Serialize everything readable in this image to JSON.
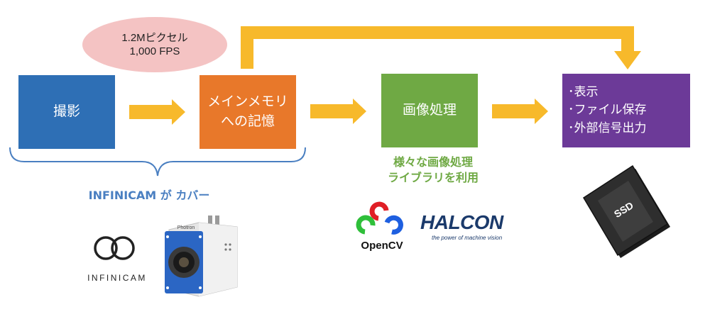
{
  "colors": {
    "capture": "#2e6fb5",
    "memory": "#e8782a",
    "process": "#6fa944",
    "output": "#6c3a98",
    "arrow": "#f7b92b",
    "ellipse": "#f4c3c3",
    "brace": "#4a7fc1",
    "cover_text": "#4a7fc1",
    "lib_text": "#6fa944",
    "halcon": "#1b3a6b"
  },
  "ellipse": {
    "line1": "1.2Mピクセル",
    "line2": "1,000 FPS"
  },
  "nodes": {
    "capture": "撮影",
    "memory_line1": "メインメモリ",
    "memory_line2": "への記憶",
    "process": "画像処理",
    "output_items": [
      "･表示",
      "･ファイル保存",
      "･外部信号出力"
    ]
  },
  "cover_label": "INFINICAM が カバー",
  "lib_label_line1": "様々な画像処理",
  "lib_label_line2": "ライブラリを利用",
  "logos": {
    "infinicam": "INFINICAM",
    "camera_brand": "Photron",
    "opencv": "OpenCV",
    "halcon": "HALCON",
    "halcon_tagline": "the power of machine vision",
    "ssd": "SSD"
  }
}
